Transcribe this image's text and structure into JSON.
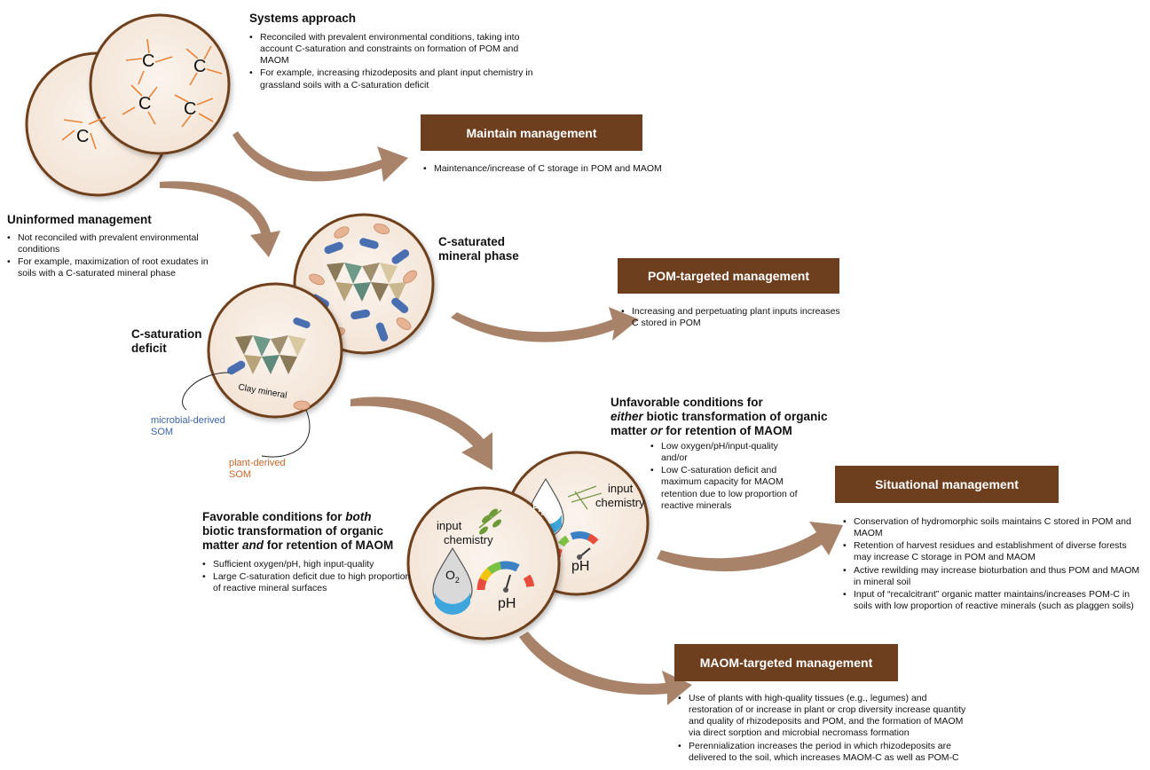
{
  "systems": {
    "title": "Systems approach",
    "bullets": [
      "Reconciled with prevalent environmental conditions, taking into account C-saturation and constraints on formation of POM and MAOM",
      "For example, increasing rhizodeposits and plant input chemistry in grassland soils with a C-saturation deficit"
    ]
  },
  "maintain": {
    "label": "Maintain management",
    "bullets": [
      "Maintenance/increase of C storage in POM and MAOM"
    ]
  },
  "uninformed": {
    "title": "Uninformed management",
    "bullets": [
      "Not reconciled with prevalent environmental conditions",
      "For example, maximization of root exudates in soils with a C-saturated mineral phase"
    ]
  },
  "saturated": {
    "title_line1": "C-saturated",
    "title_line2": "mineral phase"
  },
  "deficit": {
    "title_line1": "C-saturation",
    "title_line2": "deficit",
    "clay": "Clay mineral"
  },
  "microbial": {
    "line1": "microbial-derived",
    "line2": "SOM",
    "color": "#3a64a8"
  },
  "plant": {
    "line1": "plant-derived",
    "line2": "SOM",
    "color": "#c8642a"
  },
  "pom": {
    "label": "POM-targeted management",
    "bullets": [
      "Increasing and perpetuating plant inputs increases C stored in POM"
    ]
  },
  "unfavorable": {
    "title_line1": "Unfavorable conditions for",
    "title_em1": "either",
    "title_line2_rest": " biotic transformation of organic",
    "title_line3_pre": "matter ",
    "title_em2": "or",
    "title_line3_rest": " for retention of MAOM",
    "bullets": [
      "Low oxygen/pH/input-quality and/or",
      "Low C-saturation deficit and maximum capacity for MAOM retention due to low proportion of reactive minerals"
    ]
  },
  "situational": {
    "label": "Situational management",
    "bullets": [
      "Conservation of hydromorphic soils maintains C stored in POM and MAOM",
      "Retention of harvest residues and establishment of diverse forests may increase C storage in POM and MAOM",
      "Active rewilding may increase bioturbation and thus POM and MAOM in mineral soil",
      "Input of “recalcitrant” organic matter maintains/increases POM-C in soils with low proportion of reactive minerals (such as plaggen soils)"
    ]
  },
  "favorable": {
    "title_pre": "Favorable conditions for ",
    "title_em1": "both",
    "title_line2": "biotic transformation of organic",
    "title_line3_pre": "matter ",
    "title_em2": "and",
    "title_line3_rest": " for retention of MAOM",
    "bullets": [
      "Sufficient oxygen/pH, high input-quality",
      "Large C-saturation deficit due to high proportion of reactive mineral surfaces"
    ]
  },
  "maom": {
    "label": "MAOM-targeted management",
    "bullets": [
      "Use of plants with high-quality tissues (e.g., legumes) and restoration of or increase in plant or crop diversity increase quantity and quality of rhizodeposits and POM, and the formation of MAOM via direct sorption and microbial necromass formation",
      "Perennialization increases the period in which rhizodeposits are delivered to the soil, which increases MAOM-C as well as POM-C"
    ]
  },
  "icons": {
    "carbon": "C",
    "input1": "input",
    "input2": "chemistry",
    "o2": "O",
    "o2sub": "2",
    "h2o_a": "H",
    "h2o_b": "2",
    "h2o_c": "O",
    "ph": "pH"
  },
  "colors": {
    "box": "#6e3f1f",
    "arrow": "#a8836a",
    "circle": "#f6ece3",
    "orange": "#e8853a"
  }
}
